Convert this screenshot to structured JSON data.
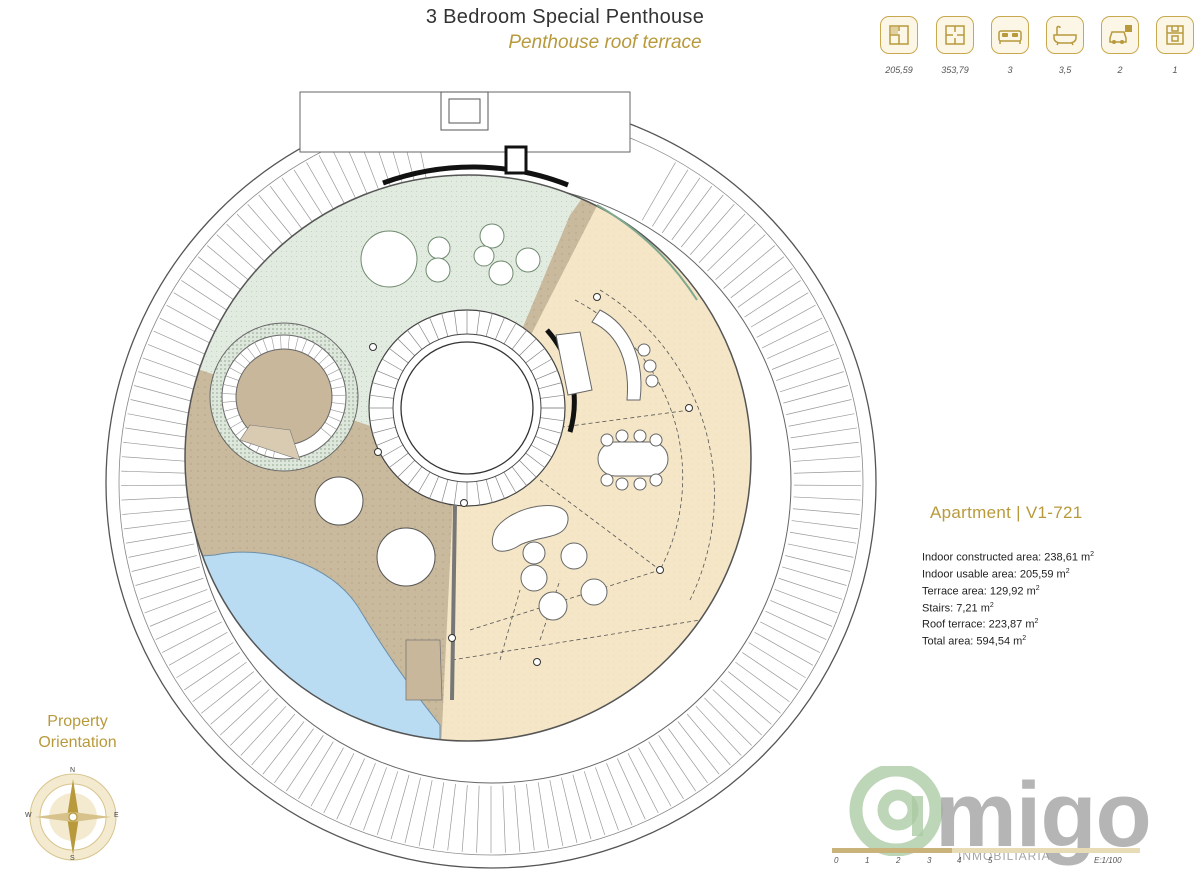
{
  "header": {
    "title": "3 Bedroom Special Penthouse",
    "subtitle": "Penthouse roof terrace"
  },
  "stats": [
    {
      "icon": "floor-plan-icon",
      "value": "205,59"
    },
    {
      "icon": "floor-plan-outline-icon",
      "value": "353,79"
    },
    {
      "icon": "bed-icon",
      "value": "3"
    },
    {
      "icon": "bathtub-icon",
      "value": "3,5"
    },
    {
      "icon": "parking-car-icon",
      "value": "2"
    },
    {
      "icon": "storage-icon",
      "value": "1"
    }
  ],
  "apartment": {
    "title": "Apartment | V1-721",
    "areas": [
      {
        "label": "Indoor constructed area: 238,61 m",
        "sup": "2"
      },
      {
        "label": "Indoor usable area: 205,59 m",
        "sup": "2"
      },
      {
        "label": "Terrace area: 129,92  m",
        "sup": "2"
      },
      {
        "label": "Stairs: 7,21 m",
        "sup": "2"
      },
      {
        "label": "Roof terrace: 223,87  m",
        "sup": "2"
      },
      {
        "label": "Total area: 594,54 m",
        "sup": "2"
      }
    ]
  },
  "orientation": {
    "title_line1": "Property",
    "title_line2": "Orientation",
    "north": "N",
    "south": "S",
    "east": "E",
    "west": "W"
  },
  "scale": {
    "ticks": [
      "0",
      "1",
      "2",
      "3",
      "4",
      "5"
    ],
    "label": "E:1/100"
  },
  "brand": {
    "name": "migo",
    "at": "@",
    "tagline": "INMOBILIARIA"
  },
  "colors": {
    "gold": "#b89a3c",
    "terrace_green": "#e3ece0",
    "deck_brown": "#c8b79b",
    "interior_beige": "#f4e5c4",
    "pool_blue": "#b9dcf2"
  }
}
